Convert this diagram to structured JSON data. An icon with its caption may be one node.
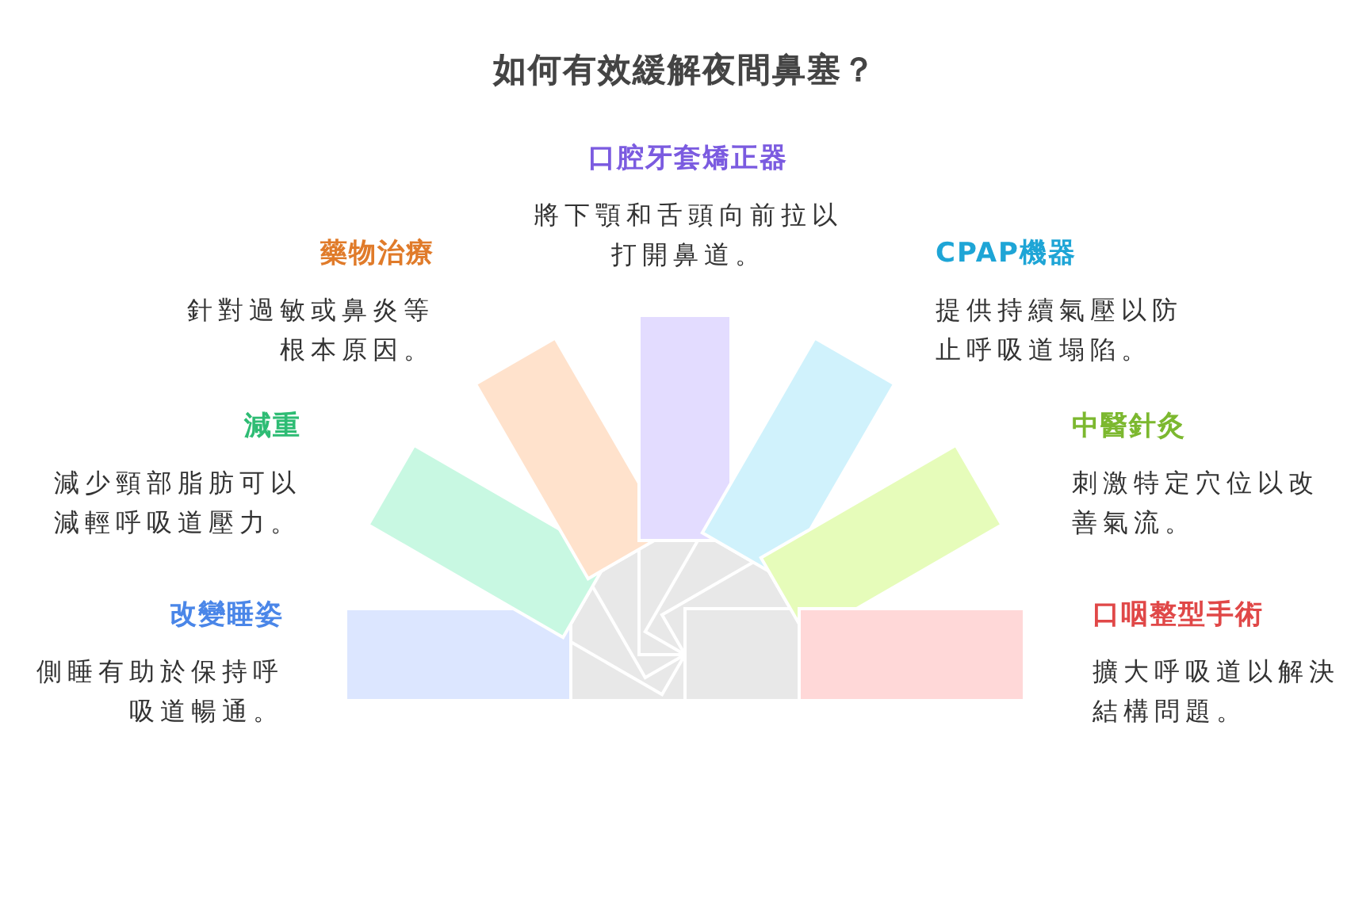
{
  "diagram": {
    "title": "如何有效緩解夜間鼻塞？",
    "nodes": [
      {
        "text": [
          "改變睡姿",
          "側睡有助於保持呼吸道暢通。"
        ]
      },
      {
        "text": [
          "減重",
          "減少頸部脂肪可以減輕呼吸道壓力。"
        ]
      },
      {
        "text": [
          "藥物治療",
          "針對過敏或鼻炎等根本原因。"
        ]
      },
      {
        "text": [
          "口腔牙套矯正器",
          "將下顎和舌頭向前拉以打開鼻道。"
        ]
      },
      {
        "text": [
          "CPAP機器",
          "提供持續氣壓以防止呼吸道塌陷。"
        ]
      },
      {
        "text": [
          "中醫針灸",
          "刺激特定穴位以改善氣流。"
        ]
      },
      {
        "text": [
          "口咽整型手術",
          "擴大呼吸道以解決結構問題。"
        ]
      }
    ],
    "edges": []
  }
}
